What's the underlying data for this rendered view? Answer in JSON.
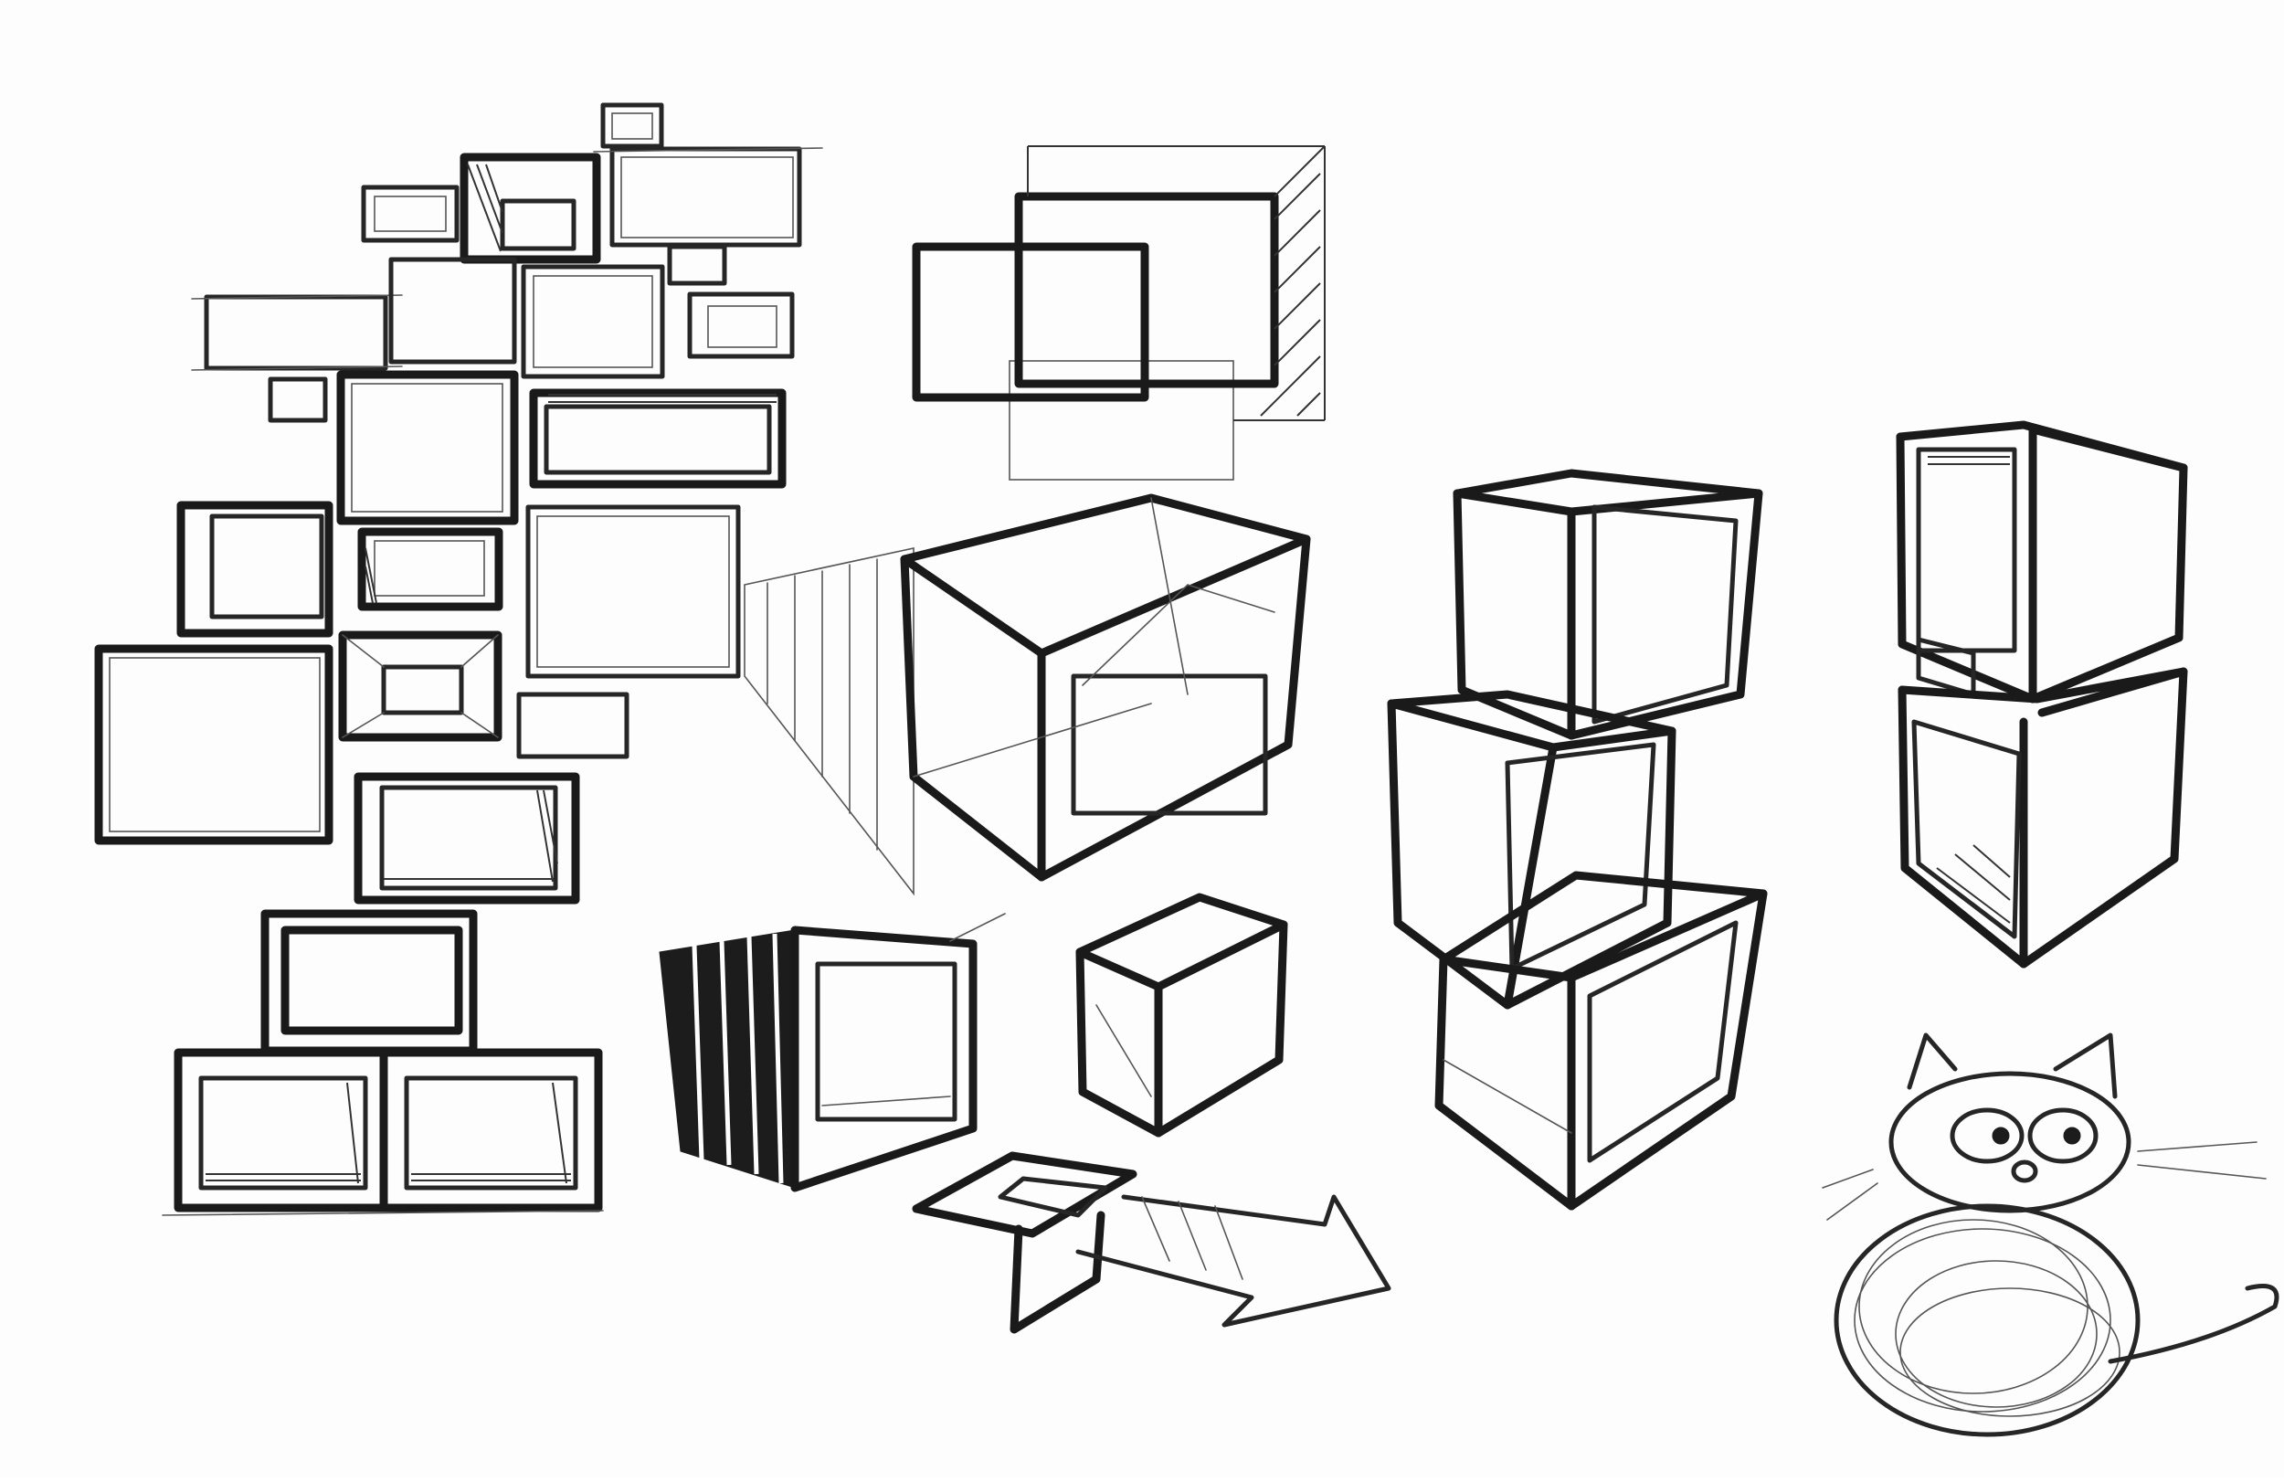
{
  "canvas": {
    "background": "#ffffff",
    "ink_color": "#1a1a1a"
  },
  "sketches": [
    "wall-shelf-grid",
    "overlapping-frames",
    "perspective-box",
    "slatted-cube",
    "small-cube",
    "arrow-shelf",
    "stacked-cubes",
    "offset-stacked-cubes",
    "cat-doodle"
  ]
}
